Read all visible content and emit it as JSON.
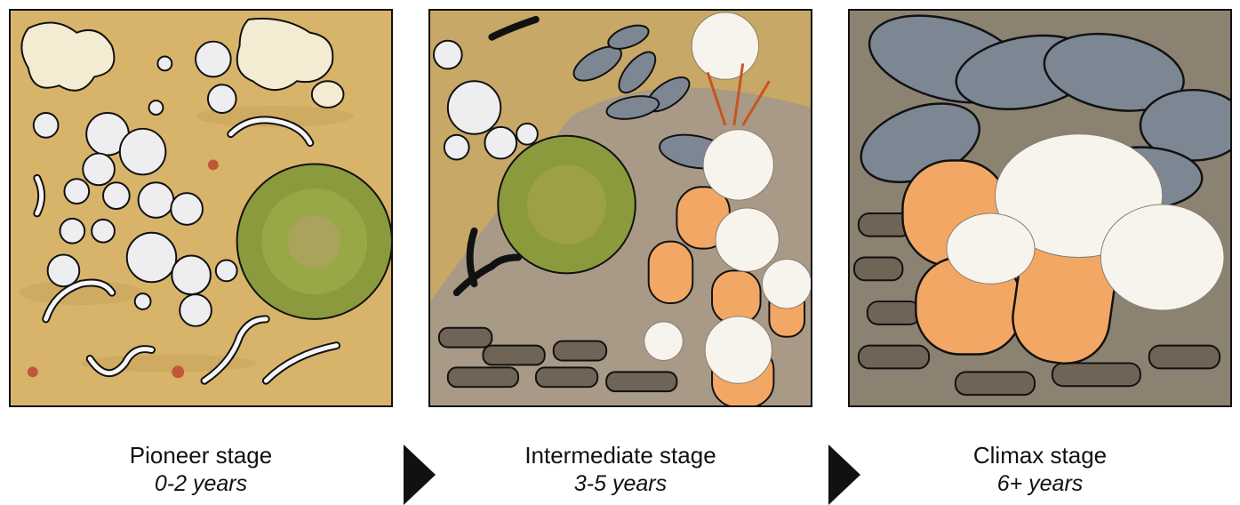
{
  "stages": [
    {
      "label": "Pioneer stage",
      "years": "0-2 years"
    },
    {
      "label": "Intermediate stage",
      "years": "3-5 years"
    },
    {
      "label": "Climax stage",
      "years": "6+ years"
    }
  ],
  "arrows": [
    "triangle-arrow-right",
    "triangle-arrow-right"
  ],
  "colors": {
    "sand": "#d8b46a",
    "silt": "#a89a86",
    "mussel": "#7d8794",
    "anemone": "#f2a765",
    "barnacle": "#eeeef0",
    "urchin": "#8a9a3c",
    "outline": "#111111"
  }
}
